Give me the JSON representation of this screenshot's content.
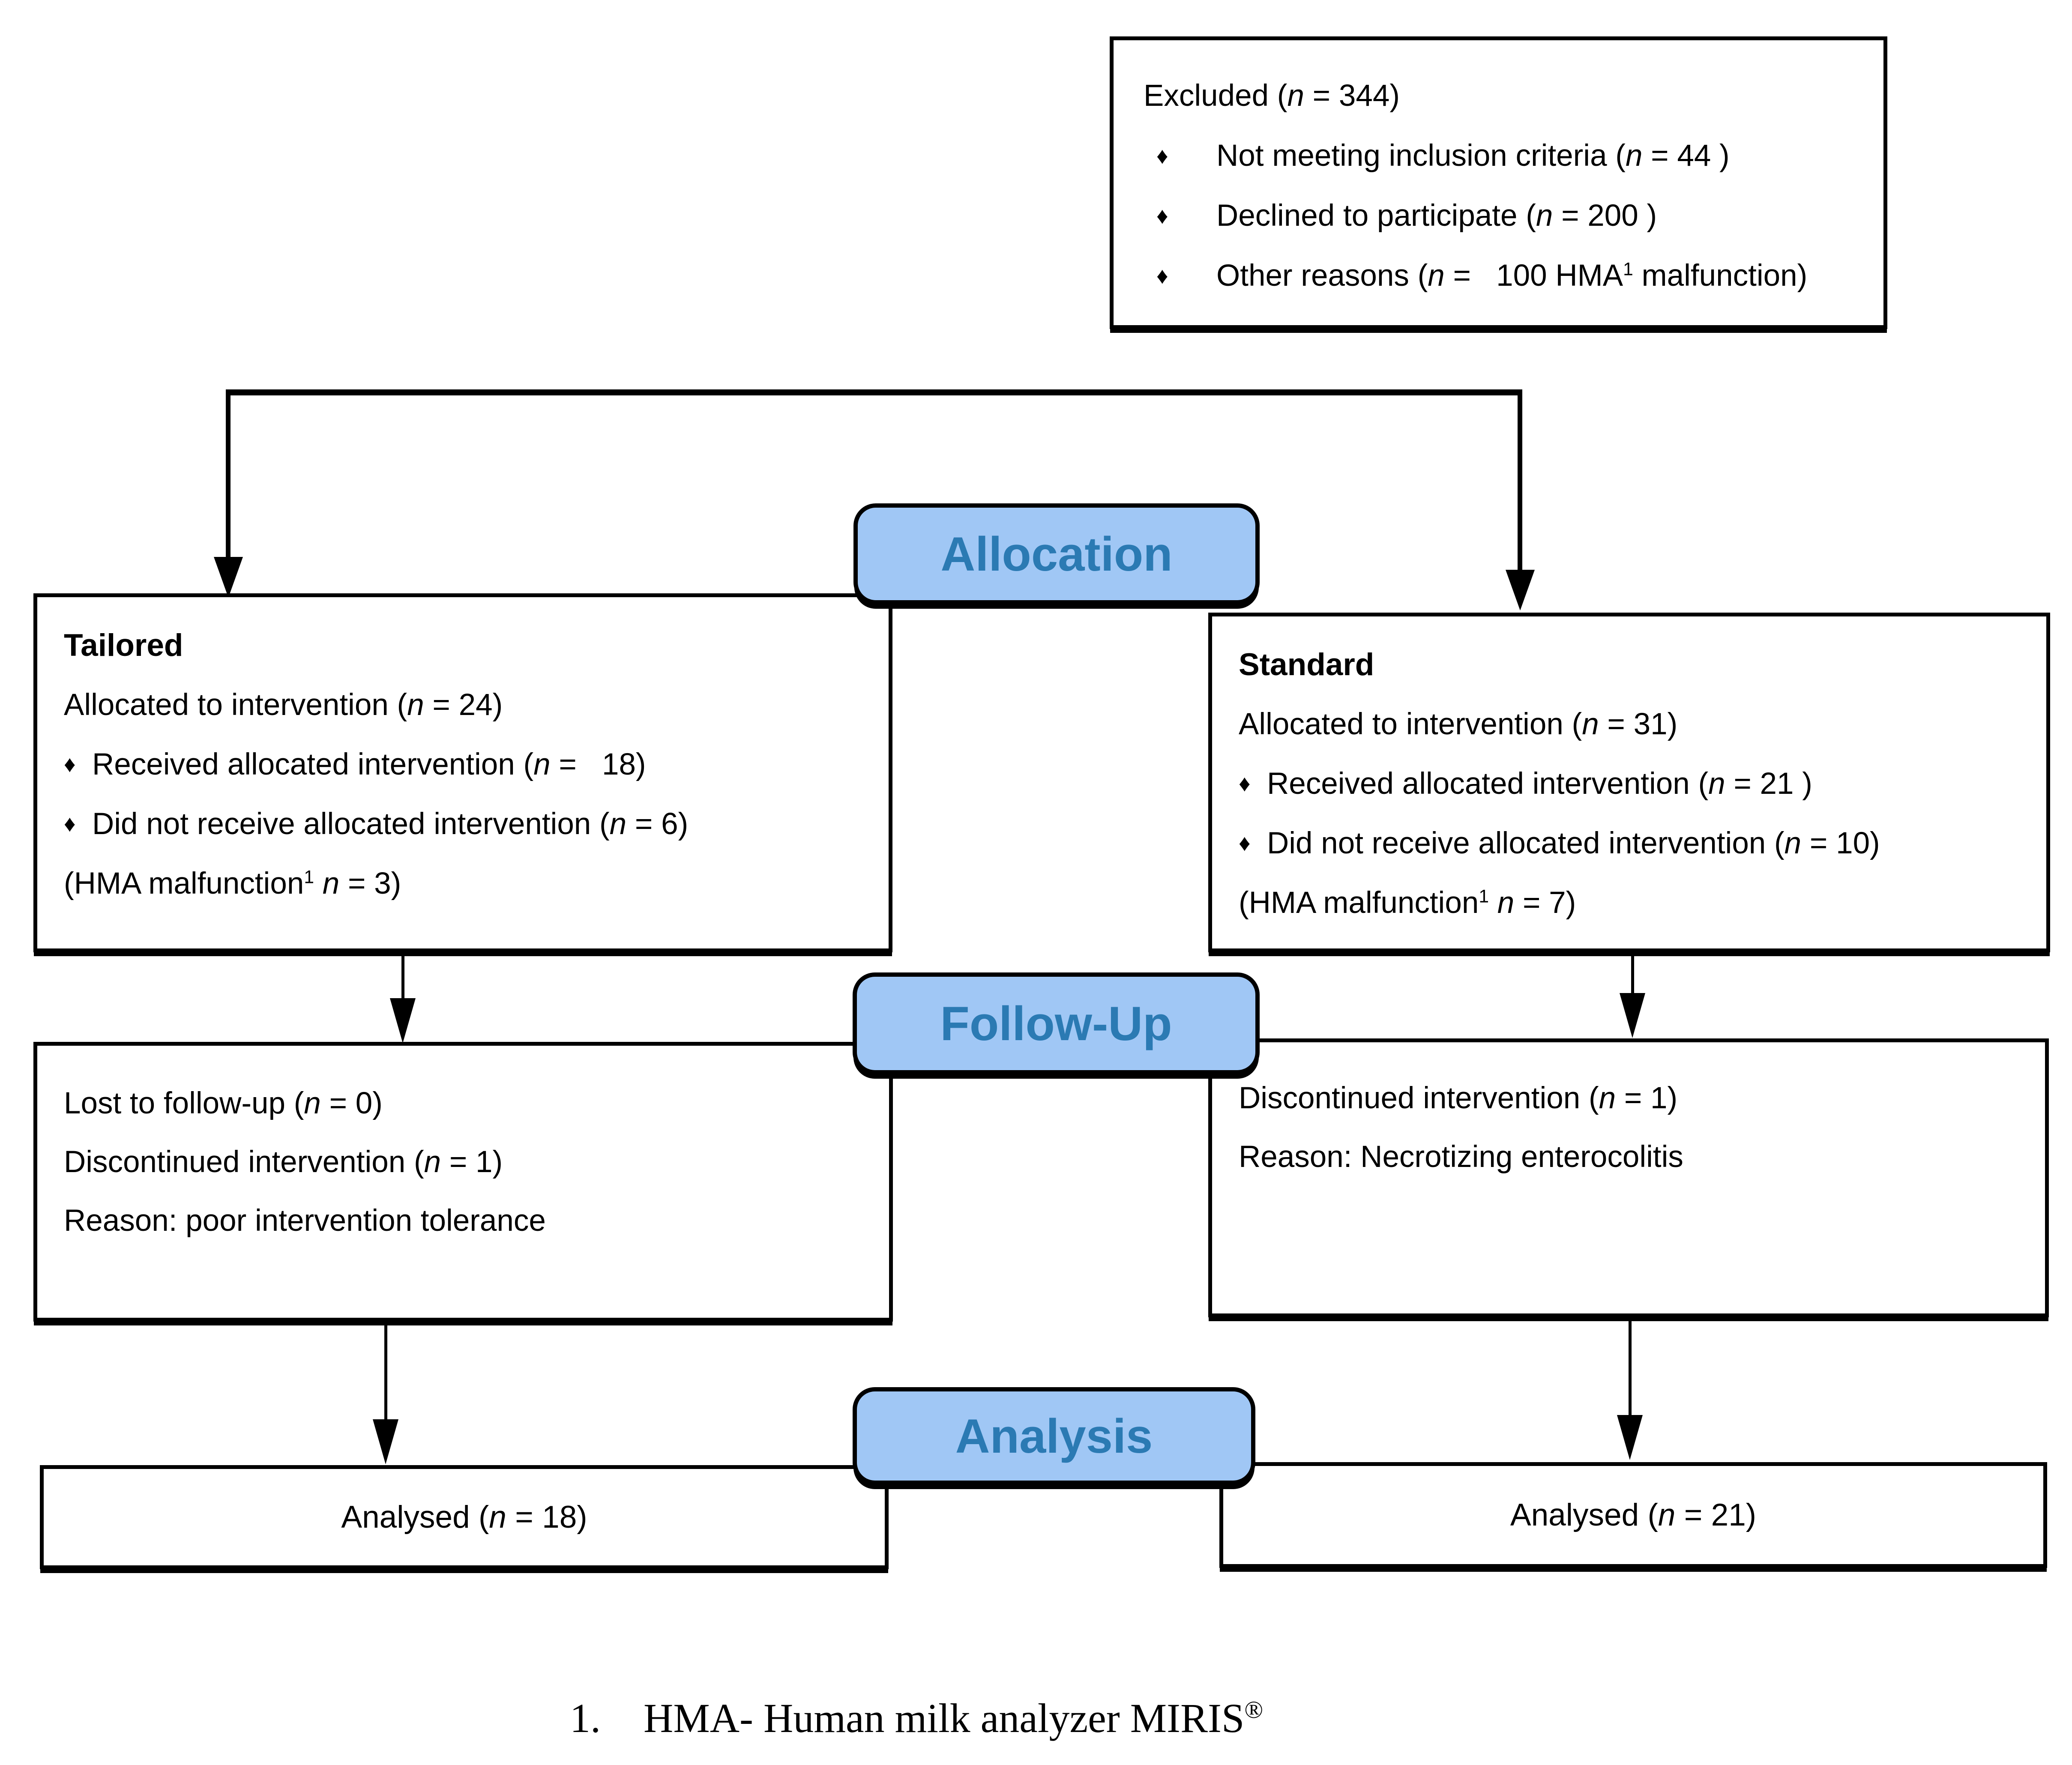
{
  "colors": {
    "label_fill": "#A0C7F5",
    "label_text": "#2B7AB3",
    "line_color": "#000000"
  },
  "bullet_char": "♦",
  "excluded_box": {
    "title": "Excluded (n = 344)",
    "items": [
      {
        "bullet": true,
        "text": "Not meeting inclusion criteria (n = 44 )"
      },
      {
        "bullet": true,
        "text": "Declined to participate (n = 200 )"
      },
      {
        "bullet": true,
        "text": "Other reasons (n =   100 HMA^1 malfunction)"
      }
    ]
  },
  "stages": {
    "allocation": "Allocation",
    "follow_up": "Follow-Up",
    "analysis": "Analysis"
  },
  "tailored_box": {
    "lines": [
      {
        "bold": true,
        "text": "Tailored"
      },
      {
        "text": "Allocated to intervention (n = 24)"
      },
      {
        "bullet": true,
        "text": "Received allocated intervention (n =   18)"
      },
      {
        "bullet": true,
        "text": "Did not receive allocated intervention (n = 6)"
      },
      {
        "text": "(HMA malfunction^1 n = 3)"
      }
    ]
  },
  "standard_box": {
    "lines": [
      {
        "bold": true,
        "text": "Standard"
      },
      {
        "text": "Allocated to intervention (n = 31)"
      },
      {
        "bullet": true,
        "text": "Received allocated intervention (n = 21 )"
      },
      {
        "bullet": true,
        "text": "Did not receive allocated intervention (n = 10)"
      },
      {
        "text": "(HMA malfunction^1 n = 7)"
      }
    ]
  },
  "followup_left_box": {
    "lines": [
      {
        "text": "Lost to follow-up (n = 0)"
      },
      {
        "text": "Discontinued intervention (n = 1)"
      },
      {
        "text": "Reason: poor intervention tolerance"
      }
    ]
  },
  "followup_right_box": {
    "lines": [
      {
        "text": "Discontinued intervention (n = 1)"
      },
      {
        "text": "Reason: Necrotizing enterocolitis"
      }
    ]
  },
  "analysed_left_box": {
    "text": "Analysed (n = 18)"
  },
  "analysed_right_box": {
    "text": "Analysed (n = 21)"
  },
  "footnote": {
    "number": "1.",
    "text": "HMA- Human milk analyzer MIRIS^®"
  }
}
